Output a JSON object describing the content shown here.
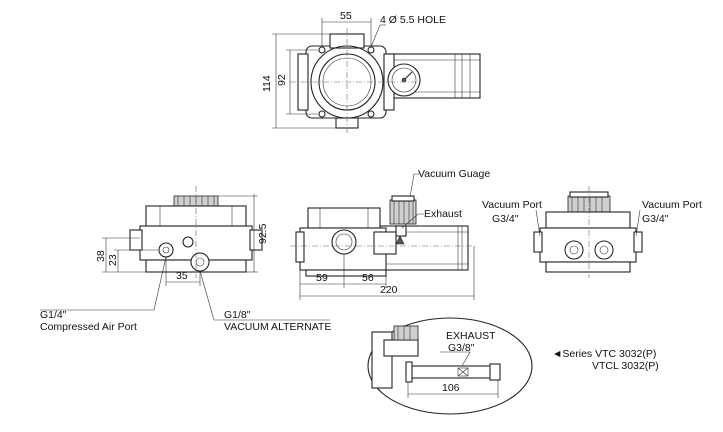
{
  "top_view": {
    "dim_width": "55",
    "hole_label": "4 Ø 5.5 HOLE",
    "dim_height_outer": "114",
    "dim_height_inner": "92"
  },
  "left_view": {
    "dim_height": "92.5",
    "dim_38": "38",
    "dim_23": "23",
    "dim_35": "35",
    "port_left_size": "G1/4\"",
    "port_left_name": "Compressed Air Port",
    "port_right_size": "G1/8\"",
    "port_right_name": "VACUUM ALTERNATE"
  },
  "front_view": {
    "vacuum_gauge": "Vacuum Guage",
    "exhaust": "Exhaust",
    "dim_59": "59",
    "dim_56": "56",
    "dim_220": "220"
  },
  "right_view": {
    "vacuum_port_left_title": "Vacuum Port",
    "vacuum_port_left_size": "G3/4\"",
    "vacuum_port_right_title": "Vacuum Port",
    "vacuum_port_right_size": "G3/4\""
  },
  "detail_view": {
    "exhaust_title": "EXHAUST",
    "exhaust_size": "G3/8\"",
    "dim_106": "106"
  },
  "series_note": {
    "line1": "◄Series VTC 3032(P)",
    "line2": "VTCL 3032(P)"
  }
}
